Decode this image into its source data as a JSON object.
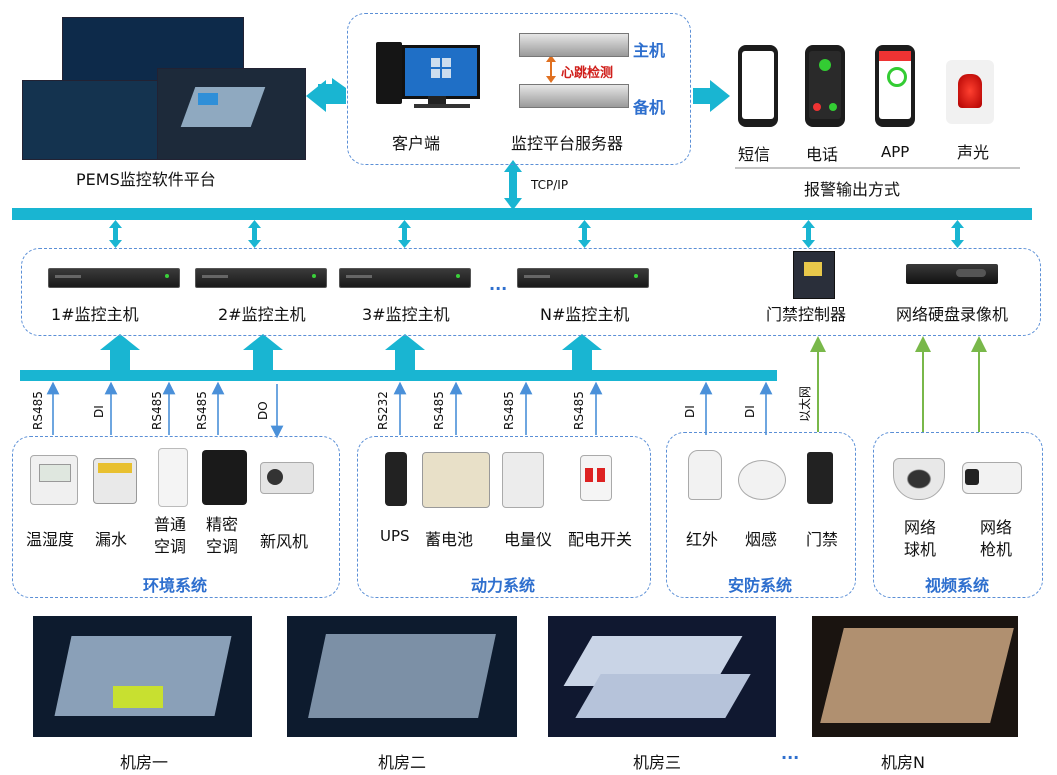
{
  "top": {
    "pems_label": "PEMS监控软件平台",
    "client_label": "客户端",
    "server_label": "监控平台服务器",
    "master_label": "主机",
    "backup_label": "备机",
    "heartbeat_label": "心跳检测",
    "tcpip_label": "TCP/IP",
    "alarm": {
      "sms": "短信",
      "phone": "电话",
      "app": "APP",
      "sound_light": "声光",
      "title": "报警输出方式"
    }
  },
  "hosts": {
    "host1": "1#监控主机",
    "host2": "2#监控主机",
    "host3": "3#监控主机",
    "ellipsis": "···",
    "hostN": "N#监控主机",
    "access_controller": "门禁控制器",
    "nvr": "网络硬盘录像机"
  },
  "protocols": {
    "rs485": "RS485",
    "di": "DI",
    "do": "DO",
    "rs232": "RS232",
    "ethernet": "以太网"
  },
  "systems": {
    "env": {
      "title": "环境系统",
      "temp_humidity": "温湿度",
      "leak": "漏水",
      "ac_normal_1": "普通",
      "ac_normal_2": "空调",
      "ac_precision_1": "精密",
      "ac_precision_2": "空调",
      "fresh_air": "新风机"
    },
    "power": {
      "title": "动力系统",
      "ups": "UPS",
      "battery": "蓄电池",
      "meter": "电量仪",
      "switch": "配电开关"
    },
    "security": {
      "title": "安防系统",
      "infrared": "红外",
      "smoke": "烟感",
      "door": "门禁"
    },
    "video": {
      "title": "视频系统",
      "dome_1": "网络",
      "dome_2": "球机",
      "bullet_1": "网络",
      "bullet_2": "枪机"
    }
  },
  "rooms": {
    "room1": "机房一",
    "room2": "机房二",
    "room3": "机房三",
    "ellipsis": "···",
    "roomN": "机房N"
  },
  "colors": {
    "bus": "#19b5d2",
    "dashed_border": "#5b8fd6",
    "system_title": "#2e6fce",
    "heartbeat": "#d0201c",
    "master_backup": "#2e6fce",
    "green_arrow": "#79b84a"
  }
}
